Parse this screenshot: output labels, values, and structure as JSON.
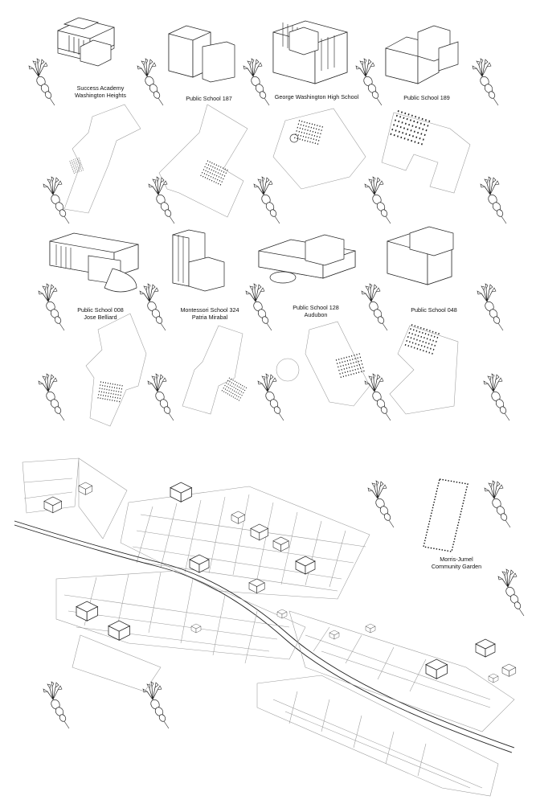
{
  "schools_top": [
    {
      "line1": "Success Academy",
      "line2": "Washington Heights"
    },
    {
      "line1": "Public School 187",
      "line2": ""
    },
    {
      "line1": "George Washington High School",
      "line2": ""
    },
    {
      "line1": "Public School 189",
      "line2": ""
    }
  ],
  "schools_bottom": [
    {
      "line1": "Public School 008",
      "line2": "Jose Belliard"
    },
    {
      "line1": "Montessori School 324",
      "line2": "Patria Mirabal"
    },
    {
      "line1": "Public School 128",
      "line2": "Audubon"
    },
    {
      "line1": "Public School 048",
      "line2": ""
    }
  ],
  "garden": {
    "line1": "Morris-Jumel",
    "line2": "Community Garden"
  },
  "colors": {
    "line": "#222222",
    "map_line": "#9a9a9a",
    "background": "#ffffff"
  }
}
